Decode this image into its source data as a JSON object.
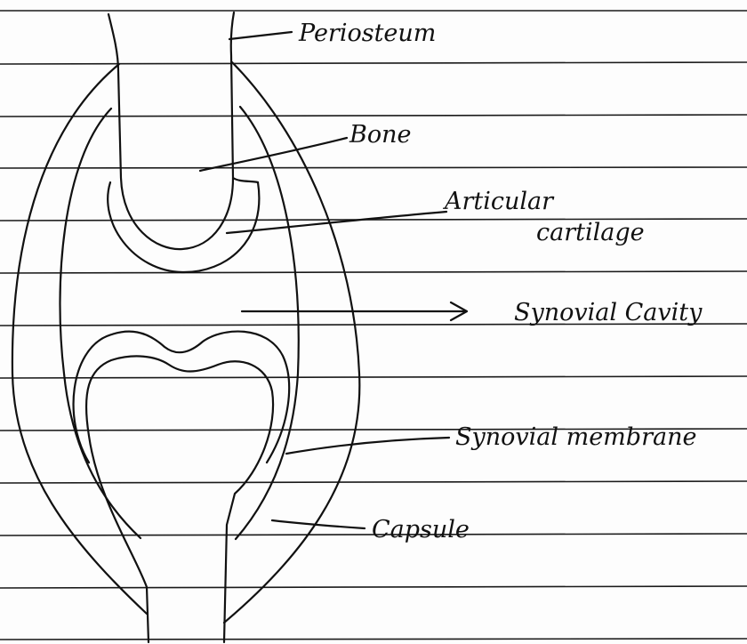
{
  "labels": {
    "periosteum": "Periosteum",
    "bone": "Bone",
    "articular_1": "Articular",
    "articular_2": "cartilage",
    "synovial_cavity": "Synovial Cavity",
    "synovial_membrane": "Synovial membrane",
    "capsule": "Capsule"
  },
  "colors": {
    "ink": "#111111",
    "paper": "#fdfdfd",
    "rule": "#1a1a1a"
  }
}
